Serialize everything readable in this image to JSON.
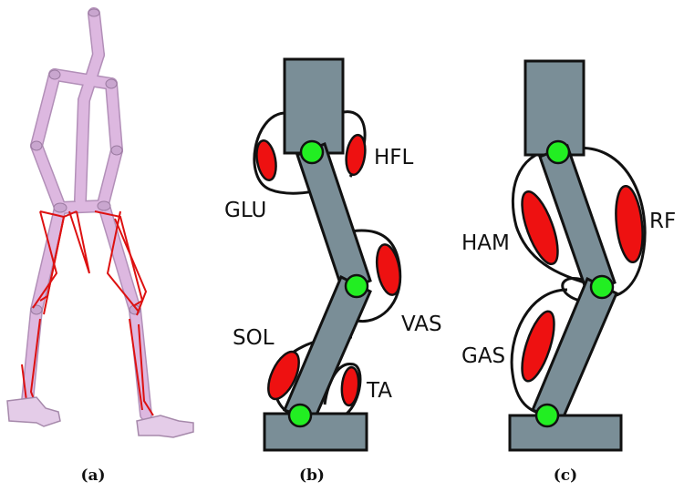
{
  "panels": {
    "a": {
      "caption": "(a)"
    },
    "b": {
      "caption": "(b)",
      "muscles": {
        "hfl": "HFL",
        "glu": "GLU",
        "vas": "VAS",
        "sol": "SOL",
        "ta": "TA"
      }
    },
    "c": {
      "caption": "(c)",
      "muscles": {
        "ham": "HAM",
        "rf": "RF",
        "gas": "GAS"
      }
    }
  },
  "colors": {
    "segment": "#7a8e97",
    "muscle": "#ee1111",
    "joint": "#22ee22",
    "skeleton": "#ddb8e0",
    "skeleton_muscle": "#dd1111"
  }
}
